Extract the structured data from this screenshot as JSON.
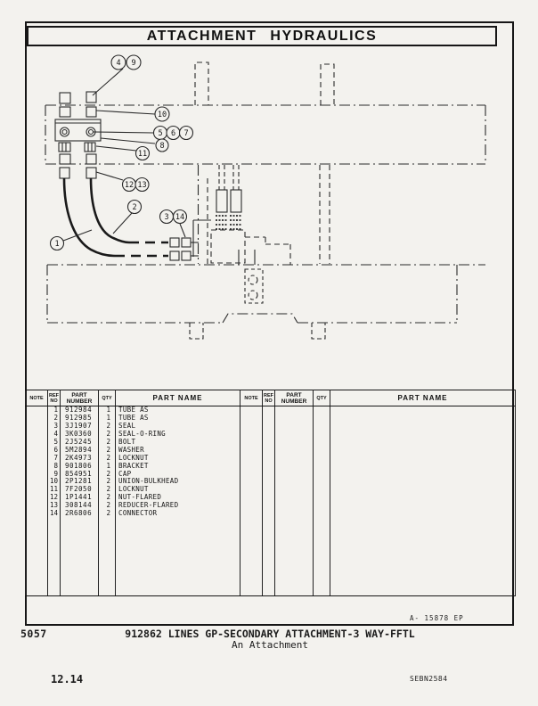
{
  "header": {
    "title": "ATTACHMENT HYDRAULICS"
  },
  "diagram": {
    "plate_ref": "A- 15878 EP",
    "callouts": {
      "c1": "1",
      "c2": "2",
      "c3": "3",
      "c4": "4",
      "c5": "5",
      "c6": "6",
      "c7": "7",
      "c8": "8",
      "c9": "9",
      "c10": "10",
      "c11": "11",
      "c12": "12",
      "c13": "13",
      "c14": "14"
    }
  },
  "table": {
    "headers": {
      "note": "NOTE",
      "ref": [
        "REF",
        "NO"
      ],
      "part_number": [
        "PART",
        "NUMBER"
      ],
      "qty": "QTY",
      "part_name": "PART NAME"
    },
    "rows": [
      {
        "ref_no": "1",
        "part_number": "912984",
        "qty": "1",
        "part_name": "TUBE AS"
      },
      {
        "ref_no": "2",
        "part_number": "912985",
        "qty": "1",
        "part_name": "TUBE AS"
      },
      {
        "ref_no": "3",
        "part_number": "3J1907",
        "qty": "2",
        "part_name": "SEAL"
      },
      {
        "ref_no": "4",
        "part_number": "3K0360",
        "qty": "2",
        "part_name": "SEAL-O-RING"
      },
      {
        "ref_no": "5",
        "part_number": "2J5245",
        "qty": "2",
        "part_name": "BOLT"
      },
      {
        "ref_no": "6",
        "part_number": "5M2894",
        "qty": "2",
        "part_name": "WASHER"
      },
      {
        "ref_no": "7",
        "part_number": "2K4973",
        "qty": "2",
        "part_name": "LOCKNUT"
      },
      {
        "ref_no": "8",
        "part_number": "901806",
        "qty": "1",
        "part_name": "BRACKET"
      },
      {
        "ref_no": "9",
        "part_number": "854951",
        "qty": "2",
        "part_name": "CAP"
      },
      {
        "ref_no": "10",
        "part_number": "2P1281",
        "qty": "2",
        "part_name": "UNION-BULKHEAD"
      },
      {
        "ref_no": "11",
        "part_number": "7F2050",
        "qty": "2",
        "part_name": "LOCKNUT"
      },
      {
        "ref_no": "12",
        "part_number": "1P1441",
        "qty": "2",
        "part_name": "NUT-FLARED"
      },
      {
        "ref_no": "13",
        "part_number": "308144",
        "qty": "2",
        "part_name": "REDUCER-FLARED"
      },
      {
        "ref_no": "14",
        "part_number": "2R6806",
        "qty": "2",
        "part_name": "CONNECTOR"
      }
    ]
  },
  "footer": {
    "code_left": "5057",
    "caption": "912862 LINES GP-SECONDARY ATTACHMENT-3 WAY-FFTL",
    "subcaption": "An Attachment",
    "page_number": "12.14",
    "publication": "SEBN2584"
  }
}
